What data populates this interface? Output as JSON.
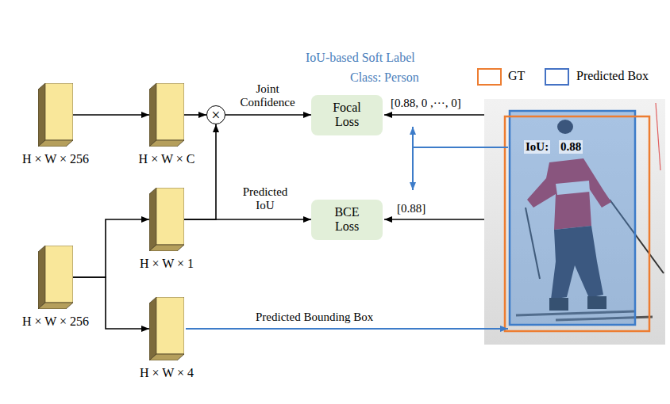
{
  "diagram": {
    "nodes": [
      {
        "text": [
          "H × W × 256"
        ]
      },
      {
        "text": [
          "H × W × C"
        ]
      },
      {
        "text": [
          "×"
        ]
      },
      {
        "text": [
          "Focal Loss"
        ]
      },
      {
        "text": [
          "BCE Loss"
        ]
      },
      {
        "text": [
          "H × W × 256"
        ]
      },
      {
        "text": [
          "H × W × 1"
        ]
      },
      {
        "text": [
          "H × W × 4"
        ]
      }
    ],
    "edges": [
      {
        "from": 0,
        "to": 1,
        "arrow": "to"
      },
      {
        "from": 1,
        "to": 2,
        "arrow": "to"
      },
      {
        "from": 5,
        "to": 6,
        "arrow": "to"
      },
      {
        "from": 5,
        "to": 7,
        "arrow": "to"
      },
      {
        "from": 6,
        "to": 2,
        "arrow": "to"
      },
      {
        "from": 2,
        "to": 3,
        "label": "Joint Confidence",
        "arrow": "to"
      },
      {
        "from": 6,
        "to": 4,
        "label": "Predicted IoU",
        "arrow": "to"
      }
    ],
    "labels": [
      "IoU-based Soft Label",
      "Class: Person",
      "[0.88, 0 ,···, 0]",
      "[0.88]",
      "IoU:",
      "0.88",
      "Predicted Bounding Box"
    ],
    "legend": [
      {
        "text": "GT",
        "color": "#ED7D31"
      },
      {
        "text": "Predicted Box",
        "color": "#4472C4"
      }
    ]
  }
}
